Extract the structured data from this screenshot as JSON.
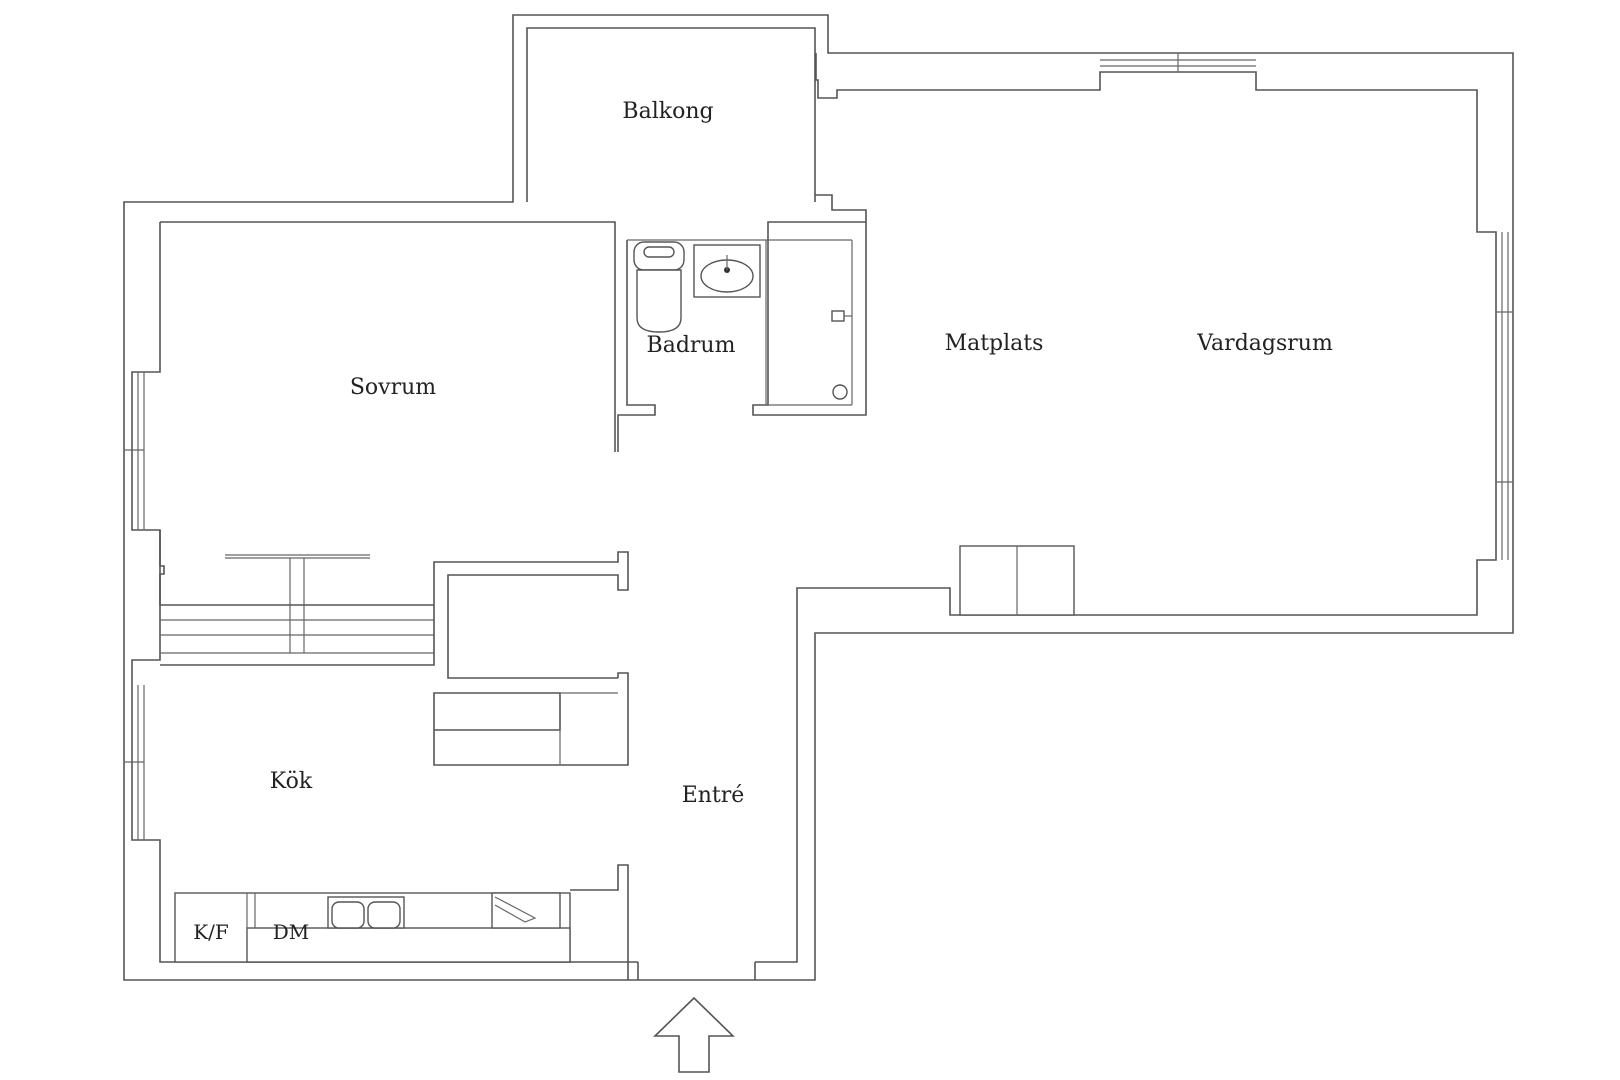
{
  "rooms": {
    "balkong": "Balkong",
    "sovrum": "Sovrum",
    "badrum": "Badrum",
    "matplats": "Matplats",
    "vardagsrum": "Vardagsrum",
    "kok": "Kök",
    "entre": "Entré"
  },
  "fixtures": {
    "kyl_frys": "K/F",
    "diskmaskin": "DM"
  },
  "icons": {
    "entrance": "entrance-arrow-icon",
    "toilet": "toilet-icon",
    "sink": "sink-icon",
    "shower": "shower-icon",
    "kitchen_sink": "kitchen-sink-icon"
  },
  "colors": {
    "wall": "#555555",
    "background": "#ffffff",
    "text": "#222222"
  }
}
